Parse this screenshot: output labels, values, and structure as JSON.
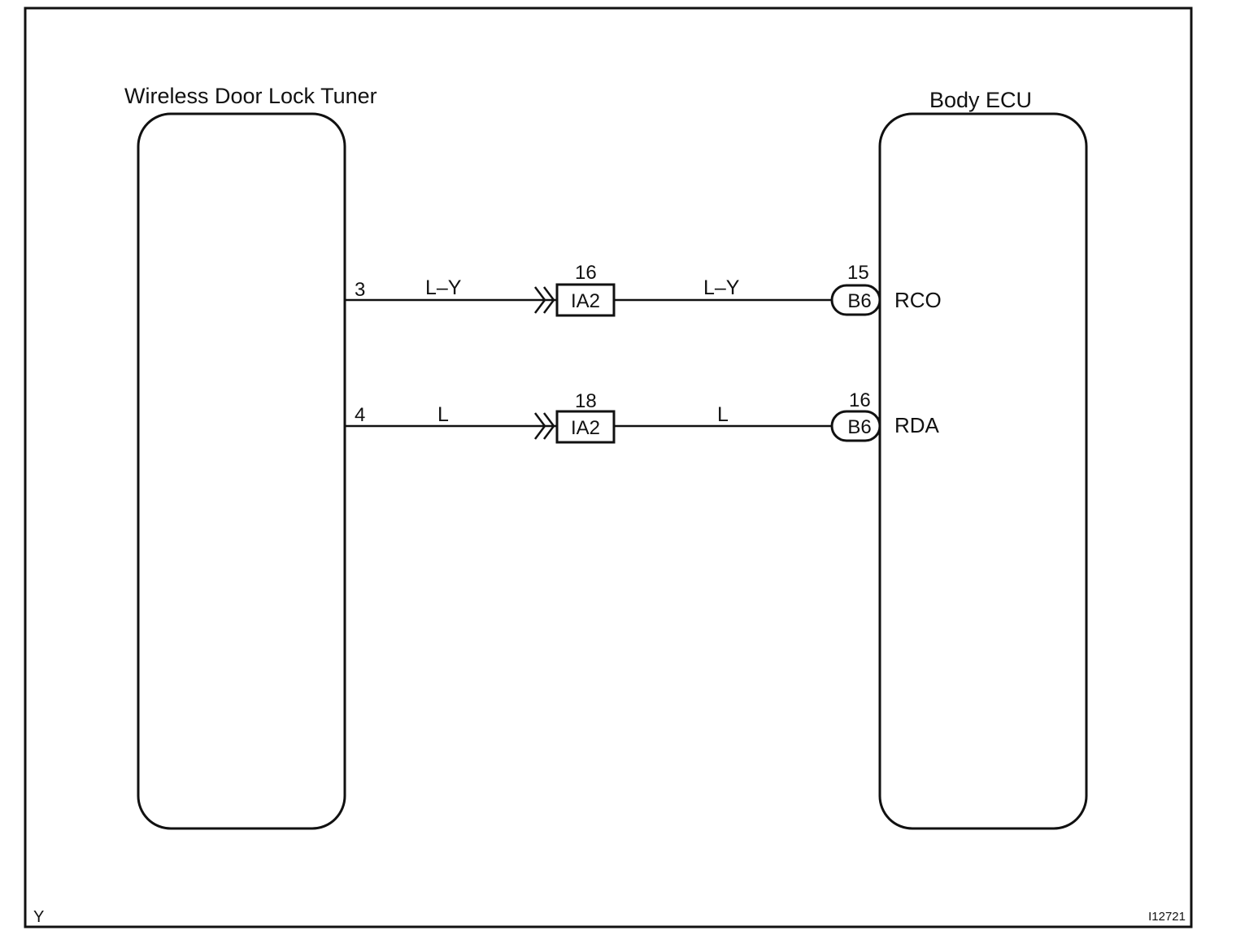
{
  "diagram": {
    "left_component": {
      "title": "Wireless Door Lock Tuner"
    },
    "right_component": {
      "title": "Body ECU"
    },
    "circuits": [
      {
        "tuner_pin": "3",
        "wire_color_left": "L–Y",
        "inline_connector": "IA2",
        "inline_pin": "16",
        "wire_color_right": "L–Y",
        "ecu_connector": "B6",
        "ecu_pin": "15",
        "terminal": "RCO"
      },
      {
        "tuner_pin": "4",
        "wire_color_left": "L",
        "inline_connector": "IA2",
        "inline_pin": "18",
        "wire_color_right": "L",
        "ecu_connector": "B6",
        "ecu_pin": "16",
        "terminal": "RDA"
      }
    ],
    "corner_label": "Y",
    "figure_id": "I12721"
  }
}
